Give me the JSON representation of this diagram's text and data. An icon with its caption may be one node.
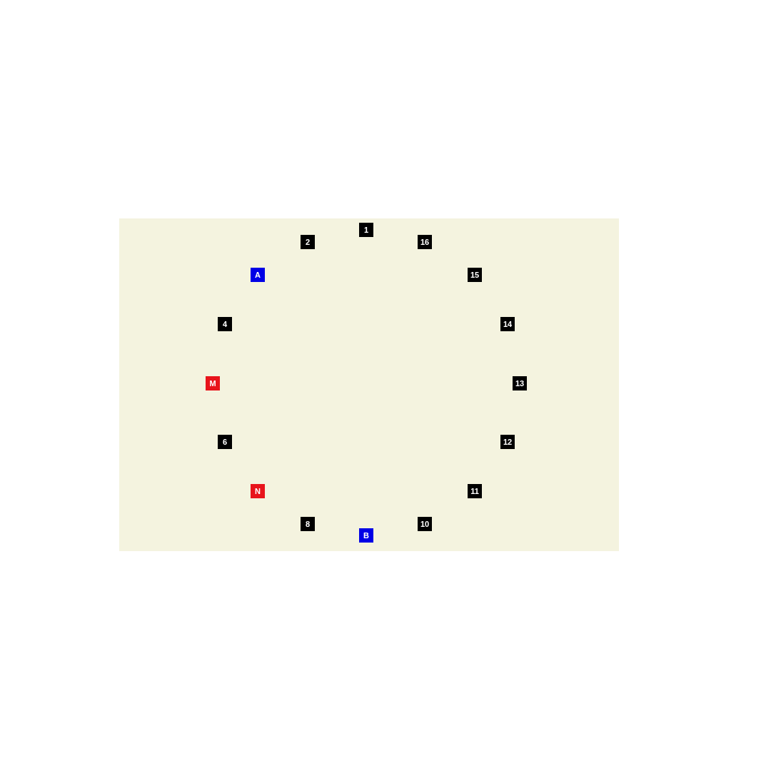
{
  "diagram": {
    "nodes": [
      {
        "text": [
          "1"
        ]
      },
      {
        "text": [
          "2"
        ]
      },
      {
        "text": [
          "A"
        ]
      },
      {
        "text": [
          "4"
        ]
      },
      {
        "text": [
          "M"
        ]
      },
      {
        "text": [
          "6"
        ]
      },
      {
        "text": [
          "N"
        ]
      },
      {
        "text": [
          "8"
        ]
      },
      {
        "text": [
          "B"
        ]
      },
      {
        "text": [
          "10"
        ]
      },
      {
        "text": [
          "11"
        ]
      },
      {
        "text": [
          "12"
        ]
      },
      {
        "text": [
          "13"
        ]
      },
      {
        "text": [
          "14"
        ]
      },
      {
        "text": [
          "15"
        ]
      },
      {
        "text": [
          "16"
        ]
      }
    ],
    "edges": []
  }
}
